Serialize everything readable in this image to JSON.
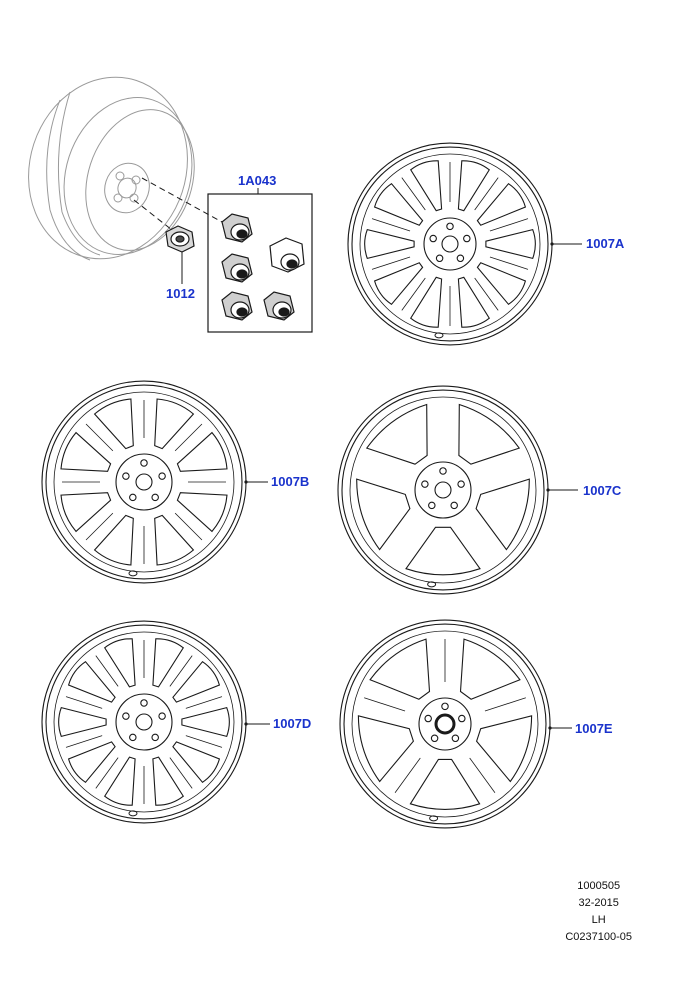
{
  "callouts": {
    "kit": "1A043",
    "nut": "1012",
    "wheel_a": "1007A",
    "wheel_b": "1007B",
    "wheel_c": "1007C",
    "wheel_d": "1007D",
    "wheel_e": "1007E"
  },
  "footer": {
    "line1": "1000505",
    "line2": "32-2015",
    "line3": "LH",
    "line4": "C0237100-05"
  },
  "colors": {
    "callout_text": "#1a33cc",
    "line_art": "#1a1a1a",
    "faded_art": "#9a9a9a"
  },
  "icons": {
    "wheel": "alloy-wheel-icon",
    "lug_nut": "lug-nut-icon",
    "locking_nut": "locking-wheel-nut-icon"
  }
}
